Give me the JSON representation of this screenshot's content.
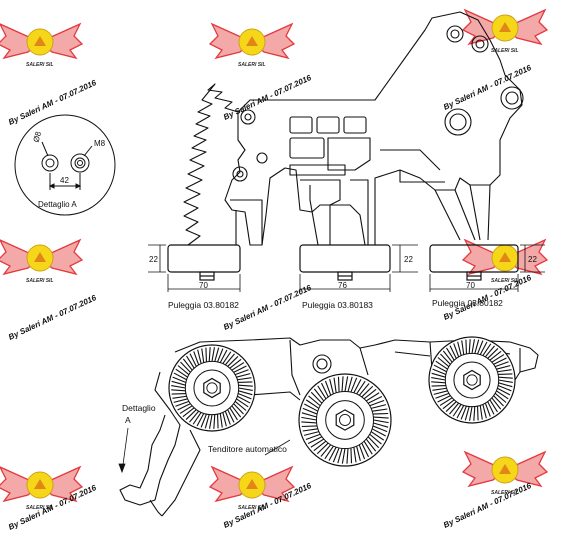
{
  "watermark": {
    "text": "By Saleri AM - 07.07.2016",
    "logo_text": "SALERI SIL",
    "colors": {
      "wing": "#e0242a",
      "wing_fill": "#f3a0a0",
      "disc": "#f6d200",
      "text": "#bdbdbd"
    }
  },
  "detail_a": {
    "title": "Dettaglio A",
    "dim_diameter": "Ø8",
    "thread": "M8",
    "spacing": "42"
  },
  "pulleys": [
    {
      "label": "Puleggia 03.80182",
      "width": "70",
      "height": "22"
    },
    {
      "label": "Puleggia 03.80183",
      "width": "76",
      "height": "22"
    },
    {
      "label": "Puleggia 03.80182",
      "width": "70",
      "height": "22"
    }
  ],
  "front_view": {
    "detail_ref": "Dettaglio\nA",
    "detail_ref_line1": "Dettaglio",
    "detail_ref_line2": "A",
    "tensioner_label": "Tenditore automatico"
  },
  "colors": {
    "line": "#111111",
    "background": "#ffffff"
  }
}
